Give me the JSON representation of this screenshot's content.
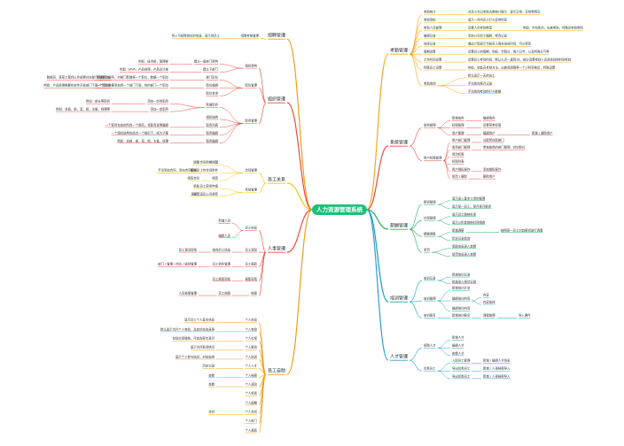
{
  "root": "人力资源管理系统",
  "branches": [
    {
      "key": "kq",
      "label": "考勤管理",
      "color": "#f5a623",
      "children": [
        {
          "label": "考勤统计",
          "children": [
            {
              "label": "对员工当日考勤天数统计展示，显示正常、异常等情况"
            }
          ]
        },
        {
          "label": "考勤审批",
          "children": [
            {
              "label": "显示一月内员工打卡异常时间"
            }
          ]
        },
        {
          "label": "考勤人员管理",
          "children": [
            {
              "label": "设置人员考勤类型",
              "children": [
                {
                  "label": "例如，外包职员，出差考勤，特殊员考勤类别"
                }
              ]
            }
          ]
        },
        {
          "label": "编辑记录",
          "children": [
            {
              "label": "添加公司员工编辑，修改记录"
            }
          ]
        },
        {
          "label": "加班记录",
          "children": [
            {
              "label": "通过计算显示当前员工周末加班时间，可以修改"
            }
          ]
        },
        {
          "label": "假期设置",
          "children": [
            {
              "label": "设置员工的假期，例如，年假日，周六日节，以及特殊天气等"
            }
          ]
        },
        {
          "label": "工作时间设置",
          "children": [
            {
              "label": "设置员工考勤时间，默认九点一直到18，部分设置考勤人员选择其他时间考勤"
            }
          ]
        },
        {
          "label": "特殊员工设置",
          "children": [
            {
              "label": "例如，销售员考勤方法，出差或请假等一个小时审核后，特殊设置"
            }
          ]
        },
        {
          "label": "考勤查询",
          "children": [
            {
              "label": "默认显示一天的出工"
            },
            {
              "label": "手动查询某月记录"
            },
            {
              "label": "手动查询考勤的打卡数据"
            }
          ]
        }
      ]
    },
    {
      "key": "xt",
      "label": "系统管理",
      "color": "#e94c3d",
      "children": [
        {
          "label": "角色管理",
          "children": [
            {
              "label": "新增角色",
              "children": [
                {
                  "label": "编辑角色"
                }
              ]
            },
            {
              "label": "权限管理",
              "children": [
                {
                  "label": "设置菜单权限"
                }
              ]
            },
            {
              "label": "用户管理",
              "children": [
                {
                  "label": "编辑用户",
                  "children": [
                    {
                      "label": "新增 / 删除用户"
                    }
                  ]
                }
              ]
            }
          ]
        },
        {
          "label": "用户权限管理",
          "children": [
            {
              "label": "用户部门管理",
              "children": [
                {
                  "label": "分配所在职部门"
                }
              ]
            },
            {
              "label": "角色部门管理",
              "children": [
                {
                  "label": "单独角色的部门管理，对应职位"
                }
              ]
            },
            {
              "label": "修改权限"
            },
            {
              "label": "权限列表"
            },
            {
              "label": "用户授权操作",
              "children": [
                {
                  "label": "添加授权操作"
                }
              ]
            },
            {
              "label": "修改 / 删除",
              "children": [
                {
                  "label": "删除用户"
                }
              ]
            }
          ]
        }
      ]
    },
    {
      "key": "xz",
      "label": "薪酬管理",
      "color": "#27ae60",
      "children": [
        {
          "label": "薪资管理",
          "children": [
            {
              "label": "显示录入基本工资的管理"
            },
            {
              "label": "显示某一员工，某月某月薪资"
            }
          ]
        },
        {
          "label": "社保管理",
          "children": [
            {
              "label": "显示员工缴纳社保"
            },
            {
              "label": "显示公积金缴纳社保缴费"
            }
          ]
        },
        {
          "label": "薪酬调整",
          "children": [
            {
              "label": "新增调薪",
              "children": [
                {
                  "label": "按照某一员工对其薪资进行调整"
                }
              ]
            },
            {
              "label": "历史记录查询"
            }
          ]
        },
        {
          "label": "奖罚",
          "children": [
            {
              "label": "奖励信息录入查看"
            },
            {
              "label": "惩罚信息录入查看"
            }
          ]
        }
      ]
    },
    {
      "key": "px",
      "label": "培训管理",
      "color": "#16a2b8",
      "children": [
        {
          "label": "培训记录",
          "children": [
            {
              "label": "新增培训记录"
            },
            {
              "label": "批量录入培训记录"
            }
          ]
        },
        {
          "label": "培训管理",
          "children": [
            {
              "label": "新增培训计划"
            },
            {
              "label": "编辑培训内容",
              "children": [
                {
                  "label": "内容"
                },
                {
                  "label": "内容安排"
                }
              ]
            },
            {
              "label": "编辑培训内容"
            }
          ]
        },
        {
          "label": "培训报名",
          "children": [
            {
              "label": "新增培训报名",
              "children": [
                {
                  "label": "课程管理",
                  "children": [
                    {
                      "label": "导入课件"
                    }
                  ]
                }
              ]
            }
          ]
        }
      ]
    },
    {
      "key": "rc",
      "label": "人才管理",
      "color": "#2d9cdb",
      "children": [
        {
          "label": "招聘人才",
          "children": [
            {
              "label": "新增人才"
            },
            {
              "label": "编辑人才"
            },
            {
              "label": "查看人才"
            }
          ]
        },
        {
          "label": "优秀员工",
          "children": [
            {
              "label": "入职员工管理",
              "children": [
                {
                  "label": "新增 / 编辑人才信息"
                }
              ]
            },
            {
              "label": "导出优秀员工",
              "children": [
                {
                  "label": "新增 / 人事档案导入"
                }
              ]
            },
            {
              "label": "导出优秀员工",
              "children": [
                {
                  "label": "新增 / 人事档案导入"
                }
              ]
            }
          ]
        }
      ]
    },
    {
      "key": "zp",
      "label": "招聘管理",
      "color": "#f39c12",
      "children": [
        {
          "label": "招聘考核管理",
          "children": [
            {
              "label": "导入可招聘岗位的信息，显示到员工"
            }
          ]
        }
      ]
    },
    {
      "key": "zz",
      "label": "组织管理",
      "color": "#e74c3c",
      "children": [
        {
          "label": "组织架构",
          "children": [
            {
              "label": "建立一级部门架构",
              "children": [
                {
                  "label": "例如：技术部，管理部"
                }
              ]
            },
            {
              "label": "建立子部门",
              "children": [
                {
                  "label": "例如：JAVA，产品经理，产品设计部"
                }
              ]
            }
          ]
        },
        {
          "label": "职位管理",
          "children": [
            {
              "label": "部门职位",
              "children": [
                {
                  "label": "新增职位编号，对部门新增每一个职位，数据一个职位",
                  "children": [
                    {
                      "label": "数据员，某某工程师以外部署对应部门新增职位"
                    }
                  ]
                }
              ]
            },
            {
              "label": "职位编辑",
              "children": [
                {
                  "label": "一个职位需要添加到一个部门下面，有的部门一个职位",
                  "children": [
                    {
                      "label": "例如：产品经理需要在软件开发部门下属一个职位"
                    }
                  ]
                }
              ]
            },
            {
              "label": "职位查询"
            }
          ]
        },
        {
          "label": "职务管理",
          "children": [
            {
              "label": "新增职务",
              "children": [
                {
                  "label": "添加一定的职务",
                  "children": [
                    {
                      "label": "例如：部长等职务"
                    }
                  ]
                },
                {
                  "label": "添加一定职务",
                  "children": [
                    {
                      "label": "例如：总监，部，室，组，主管，经理等"
                    }
                  ]
                }
              ]
            },
            {
              "label": "组织结构"
            },
            {
              "label": "职务列表",
              "children": [
                {
                  "label": "一个职务包含的所有一个组织，将职务说明编辑"
                }
              ]
            },
            {
              "label": "职务编辑",
              "children": [
                {
                  "label": "一个组织结构包括对一个组织下，成为子集"
                }
              ]
            },
            {
              "label": "职务编辑",
              "children": [
                {
                  "label": "例如：总部，部，室，组，主管，经理"
                }
              ]
            }
          ]
        }
      ]
    },
    {
      "key": "yg",
      "label": "员工关系",
      "color": "#f1c40f",
      "children": [
        {
          "label": "合同管理",
          "children": [
            {
              "label": "合同到期提醒",
              "children": [
                {
                  "label": "提醒"
                }
              ]
            },
            {
              "label": "手动添加合同，添加合同模板，上传合同附件",
              "children": [
                {
                  "label": "新合同"
                }
              ]
            },
            {
              "label": "续签",
              "children": [
                {
                  "label": "续签合同"
                }
              ]
            }
          ]
        },
        {
          "label": "奖惩管理",
          "children": [
            {
              "label": "员工获奖申报",
              "children": [
                {
                  "label": "奖励"
                }
              ]
            },
            {
              "label": "某员工违反公司规章",
              "children": [
                {
                  "label": "惩罚"
                }
              ]
            }
          ]
        }
      ]
    },
    {
      "key": "rs",
      "label": "人事管理",
      "color": "#e74c3c",
      "children": [
        {
          "label": "员工信息",
          "children": [
            {
              "label": "新增人员"
            },
            {
              "label": "编辑人员"
            }
          ]
        },
        {
          "label": "员工调动",
          "children": [
            {
              "label": "查询员工信息",
              "children": [
                {
                  "label": "员工调动审批"
                }
              ]
            }
          ]
        },
        {
          "label": "员工离职",
          "children": [
            {
              "label": "员工资料管理",
              "children": [
                {
                  "label": "部门 / 管理 / 岗位 / 级别管理"
                }
              ]
            }
          ]
        },
        {
          "label": "离职审批",
          "children": [
            {
              "label": "员工离职审批"
            }
          ]
        },
        {
          "label": "档案",
          "children": [
            {
              "label": "员工档案",
              "children": [
                {
                  "label": "人员档案管理"
                }
              ]
            }
          ]
        }
      ]
    },
    {
      "key": "zh",
      "label": "员工自助",
      "color": "#f39c12",
      "children": [
        {
          "label": "个人信息",
          "children": [
            {
              "label": "显示员工个人基本信息"
            }
          ]
        },
        {
          "label": "个人考勤",
          "children": [
            {
              "label": "默认显示当月个人考勤，及其状态信息等"
            }
          ]
        },
        {
          "label": "个人社保",
          "children": [
            {
              "label": "包括社保缴纳，可查询某年某月"
            }
          ]
        },
        {
          "label": "个人薪资",
          "children": [
            {
              "label": "显示当月薪资情况"
            }
          ]
        },
        {
          "label": "个人培训",
          "children": [
            {
              "label": "显示个人参与培训，对应安排"
            }
          ]
        },
        {
          "label": "个人人才",
          "children": [
            {
              "label": "历史记录"
            }
          ]
        },
        {
          "label": "个人档案",
          "children": [
            {
              "label": "查看"
            }
          ]
        },
        {
          "label": "个人调动",
          "children": [
            {
              "label": "查看"
            }
          ]
        },
        {
          "label": "个人奖惩"
        },
        {
          "label": "个人假期"
        },
        {
          "label": "个人合同",
          "children": [
            {
              "label": "合同"
            }
          ]
        },
        {
          "label": "个人部门"
        },
        {
          "label": "个人离职"
        }
      ]
    }
  ]
}
